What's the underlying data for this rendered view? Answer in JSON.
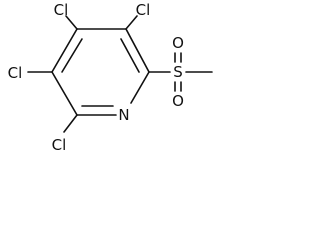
{
  "molecule": {
    "atoms": {
      "cl_top_left": "Cl",
      "cl_top_right": "Cl",
      "cl_left": "Cl",
      "cl_bottom": "Cl",
      "ring_nitrogen": "N",
      "sulfur": "S",
      "oxygen_upper": "O",
      "oxygen_lower": "O"
    }
  }
}
